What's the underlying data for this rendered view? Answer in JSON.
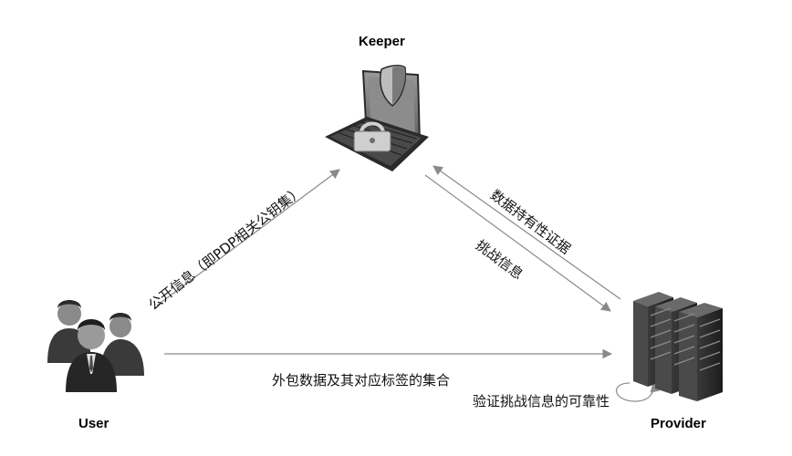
{
  "nodes": {
    "keeper": {
      "label": "Keeper",
      "icon": "laptop-shield-icon"
    },
    "user": {
      "label": "User",
      "icon": "user-group-icon"
    },
    "provider": {
      "label": "Provider",
      "icon": "server-rack-icon"
    }
  },
  "edges": {
    "user_to_keeper": {
      "label": "公开信息（即PDP相关公钥集）"
    },
    "provider_to_keeper": {
      "label": "数据持有性证据"
    },
    "keeper_to_provider": {
      "label": "挑战信息"
    },
    "user_to_provider": {
      "label": "外包数据及其对应标签的集合"
    },
    "provider_self": {
      "label": "验证挑战信息的可靠性"
    }
  },
  "colors": {
    "arrow": "#8a8a8a",
    "text": "#111111",
    "icon_dark": "#2a2a2a",
    "icon_mid": "#6e6e6e",
    "icon_light": "#bdbdbd"
  }
}
